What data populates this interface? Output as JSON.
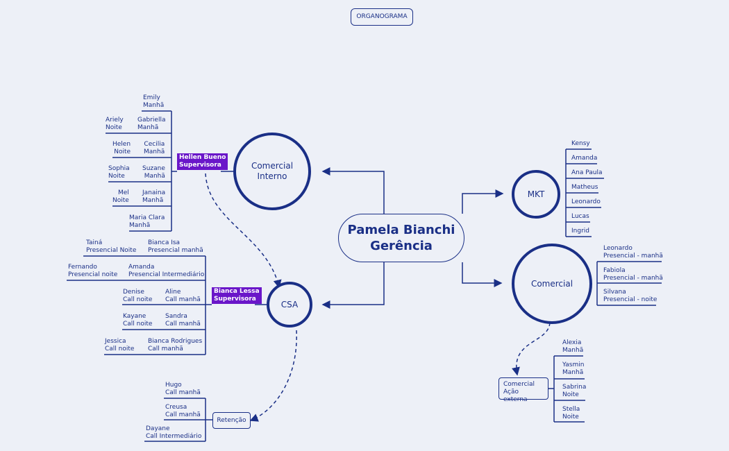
{
  "title": "ORGANOGRAMA",
  "center": {
    "name": "Pamela Bianchi",
    "role": "Gerência"
  },
  "comercial_interno": {
    "label": "Comercial Interno",
    "supervisor": {
      "name": "Hellen Bueno",
      "role": "Supervisora"
    },
    "members": [
      {
        "name": "Emily",
        "shift": "Manhã"
      },
      {
        "name": "Ariely",
        "shift": "Noite"
      },
      {
        "name": "Gabriella",
        "shift": "Manhã"
      },
      {
        "name": "Helen",
        "shift": "Noite"
      },
      {
        "name": "Cecilia",
        "shift": "Manhã"
      },
      {
        "name": "Sophia",
        "shift": "Noite"
      },
      {
        "name": "Suzane",
        "shift": "Manhã"
      },
      {
        "name": "Mel",
        "shift": "Noite"
      },
      {
        "name": "Janaina",
        "shift": "Manhã"
      },
      {
        "name": "Maria Clara",
        "shift": "Manhã"
      }
    ]
  },
  "csa": {
    "label": "CSA",
    "supervisor": {
      "name": "Bianca Lessa",
      "role": "Supervisora"
    },
    "members": [
      {
        "name": "Tainá",
        "shift": "Presencial Noite"
      },
      {
        "name": "Bianca Isa",
        "shift": "Presencial manhã"
      },
      {
        "name": "Fernando",
        "shift": "Presencial noite"
      },
      {
        "name": "Amanda",
        "shift": "Presencial Intermediário"
      },
      {
        "name": "Denise",
        "shift": "Call noite"
      },
      {
        "name": "Aline",
        "shift": "Call manhã"
      },
      {
        "name": "Kayane",
        "shift": "Call noite"
      },
      {
        "name": "Sandra",
        "shift": "Call manhã"
      },
      {
        "name": "Jessica",
        "shift": "Call noite"
      },
      {
        "name": "Bianca Rodrigues",
        "shift": "Call manhã"
      }
    ]
  },
  "retencao": {
    "label": "Retenção",
    "members": [
      {
        "name": "Hugo",
        "shift": "Call manhã"
      },
      {
        "name": "Creusa",
        "shift": "Call manhã"
      },
      {
        "name": "Dayane",
        "shift": "Call Intermediário"
      }
    ]
  },
  "mkt": {
    "label": "MKT",
    "members": [
      "Kensy",
      "Amanda",
      "Ana Paula",
      "Matheus",
      "Leonardo",
      "Lucas",
      "Ingrid"
    ]
  },
  "comercial": {
    "label": "Comercial",
    "members": [
      {
        "name": "Leonardo",
        "shift": "Presencial - manhã"
      },
      {
        "name": "Fabiola",
        "shift": "Presencial - manhã"
      },
      {
        "name": "Silvana",
        "shift": "Presencial - noite"
      }
    ]
  },
  "acao_externa": {
    "label": "Comercial",
    "label2": "Ação externa",
    "members": [
      {
        "name": "Alexia",
        "shift": "Manhã"
      },
      {
        "name": "Yasmin",
        "shift": "Manhã"
      },
      {
        "name": "Sabrina",
        "shift": "Noite"
      },
      {
        "name": "Stella",
        "shift": "Noite"
      }
    ]
  },
  "colors": {
    "line": "#1a2f86",
    "supervisor_tag": "#6a16c9",
    "background": "#edf0f7"
  }
}
